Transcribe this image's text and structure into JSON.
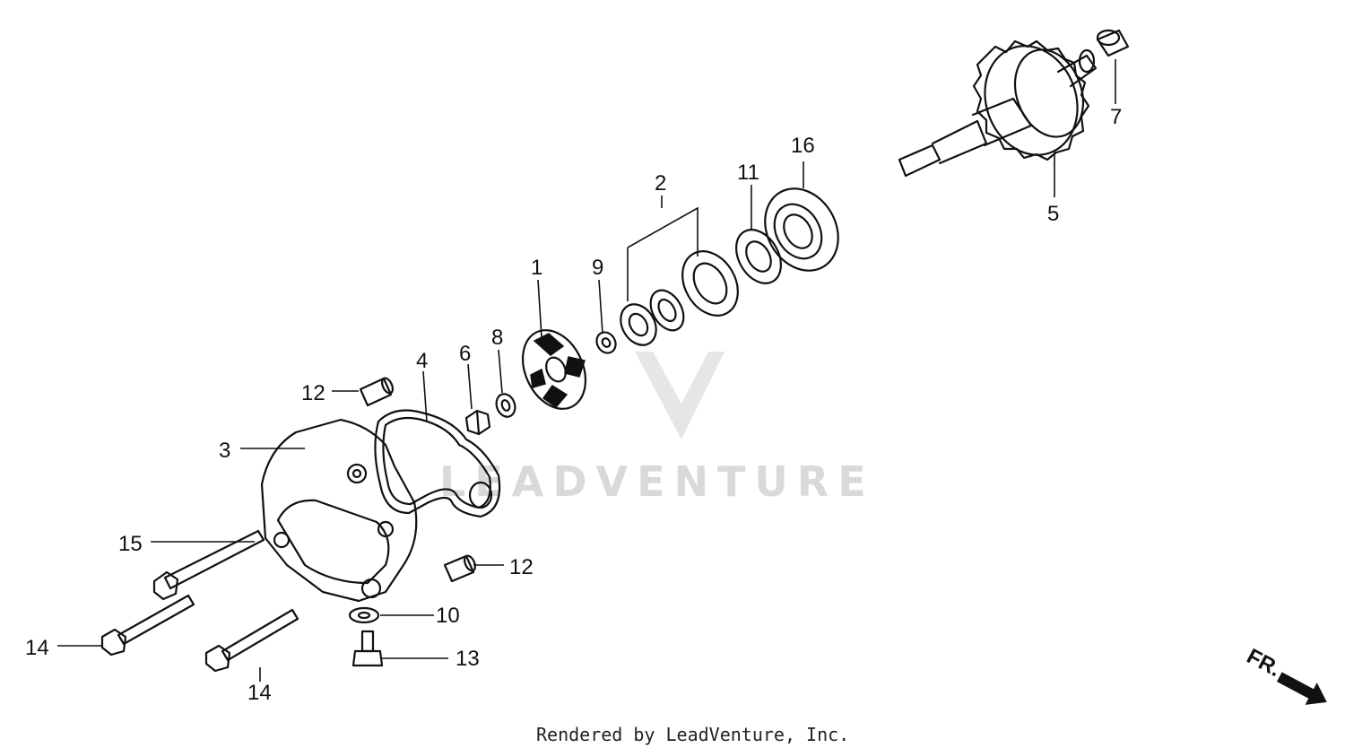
{
  "watermark": {
    "text": "LEADVENTURE"
  },
  "footer": {
    "text": "Rendered by LeadVenture, Inc."
  },
  "direction_marker": {
    "text": "FR."
  },
  "part_labels": {
    "p1": "1",
    "p2": "2",
    "p3": "3",
    "p4": "4",
    "p5": "5",
    "p6": "6",
    "p7": "7",
    "p8": "8",
    "p9": "9",
    "p10": "10",
    "p11": "11",
    "p12a": "12",
    "p12b": "12",
    "p13": "13",
    "p14a": "14",
    "p14b": "14",
    "p15": "15",
    "p16": "16"
  },
  "colors": {
    "line": "#111111",
    "watermark": "#d9d9d9",
    "background": "#ffffff"
  }
}
